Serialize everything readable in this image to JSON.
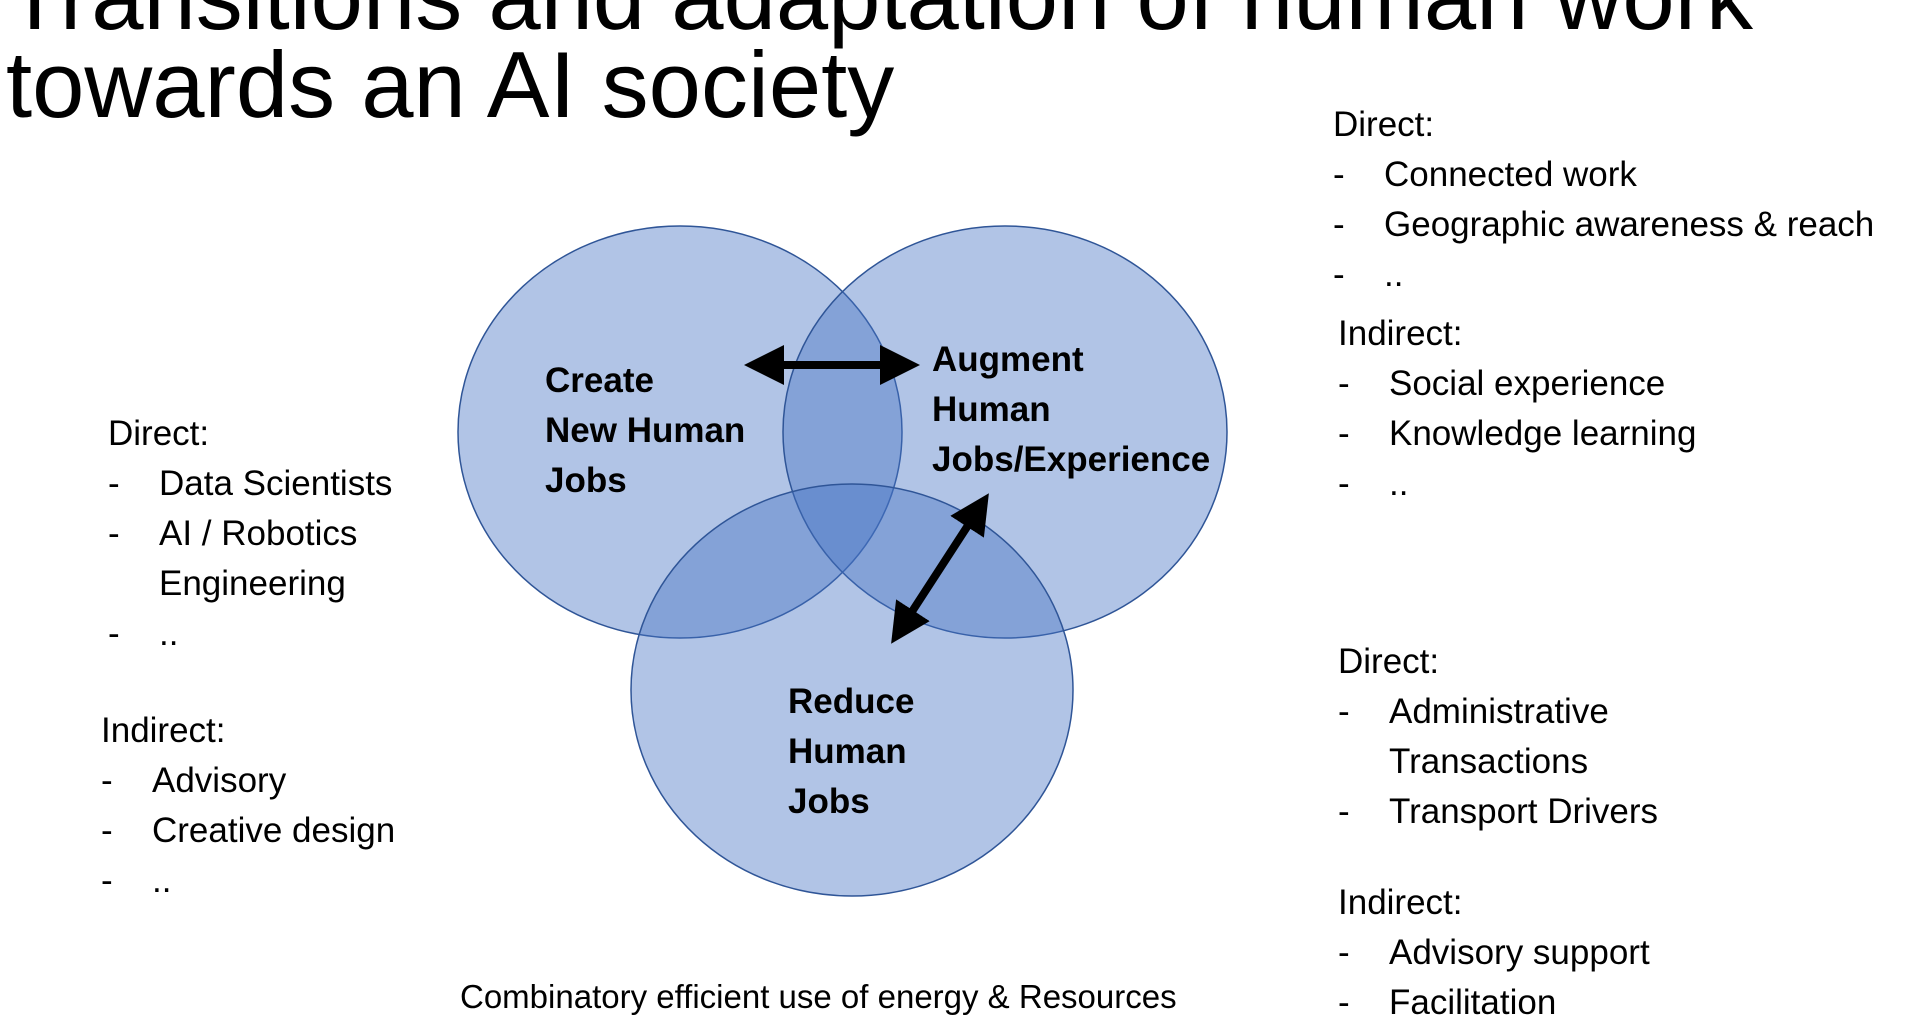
{
  "title": {
    "line1": "Transitions and adaptation of human work",
    "line2": "towards an AI society"
  },
  "colors": {
    "circle_fill": "#4472c4",
    "circle_stroke": "#2f5597",
    "arrow": "#000000"
  },
  "venn": {
    "create": "Create\nNew Human\nJobs",
    "augment": "Augment\nHuman\nJobs/Experience",
    "reduce": "Reduce\nHuman\nJobs"
  },
  "left": {
    "direct": {
      "heading": "Direct:",
      "items": [
        "Data Scientists",
        "AI / Robotics\nEngineering",
        ".."
      ]
    },
    "indirect": {
      "heading": "Indirect:",
      "items": [
        "Advisory",
        "Creative design",
        ".."
      ]
    }
  },
  "right_top": {
    "direct": {
      "heading": "Direct:",
      "items": [
        "Connected work",
        "Geographic awareness & reach",
        ".."
      ]
    },
    "indirect": {
      "heading": "Indirect:",
      "items": [
        "Social experience",
        "Knowledge learning",
        ".."
      ]
    }
  },
  "right_bottom": {
    "direct": {
      "heading": "Direct:",
      "items": [
        "Administrative\nTransactions",
        "Transport Drivers"
      ]
    },
    "indirect": {
      "heading": "Indirect:",
      "items": [
        "Advisory support",
        "Facilitation"
      ]
    }
  },
  "footnote": "Combinatory efficient use of energy & Resources",
  "bullet_dash": "-"
}
